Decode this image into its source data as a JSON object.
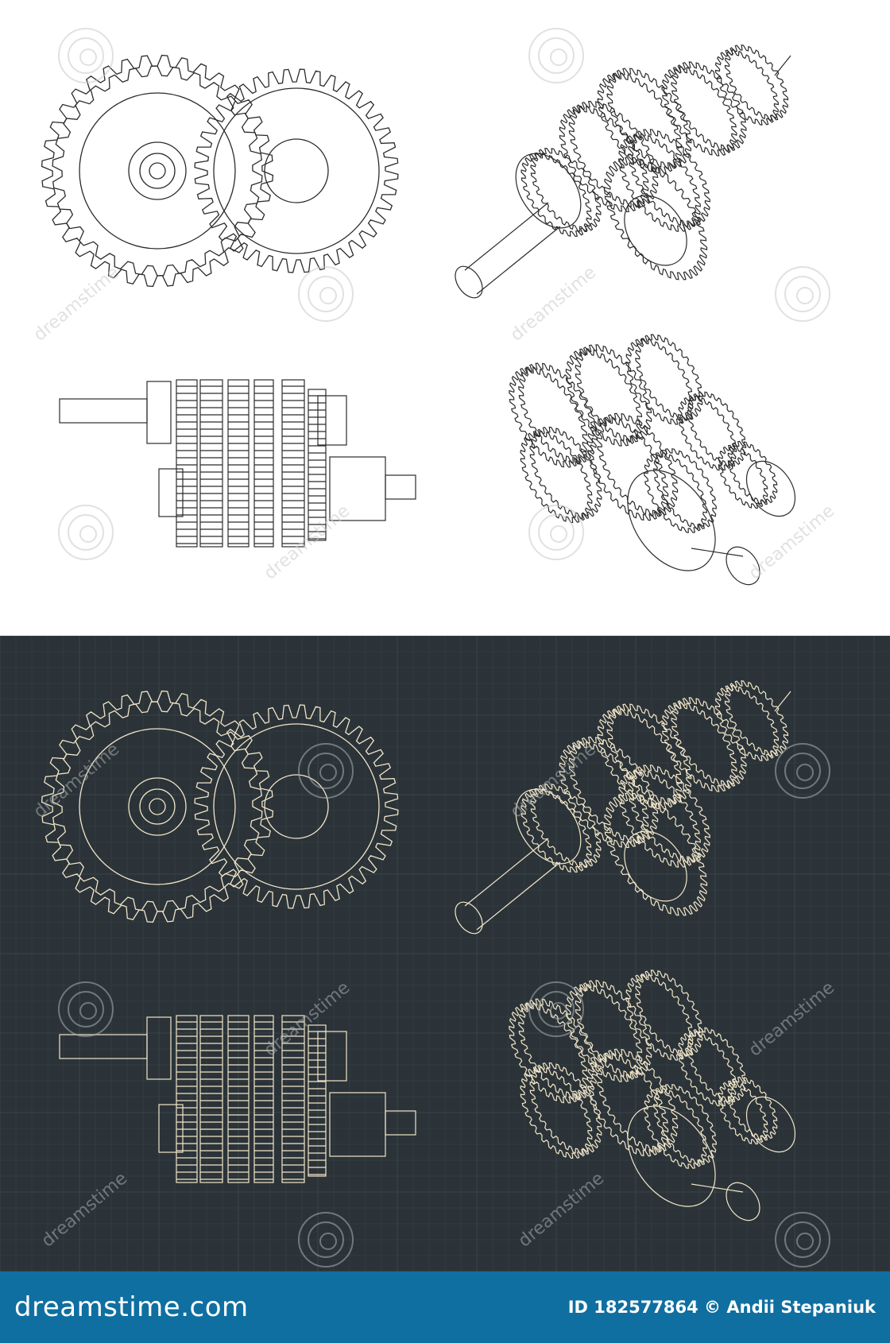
{
  "colors": {
    "light_bg": "#ffffff",
    "light_line": "#2b2b2b",
    "dark_bg": "#2b3338",
    "dark_grid": "#3a4449",
    "dark_line": "#f2e6c9",
    "footer_bg": "#0f6fa0",
    "watermark": "#c9c9c9"
  },
  "watermark": {
    "text": "dreamstime"
  },
  "footer": {
    "brand": "dreamstime.com",
    "credit": "ID 182577864 © Andii Stepaniuk"
  },
  "icons": [
    "dreamstime-spiral-icon"
  ]
}
